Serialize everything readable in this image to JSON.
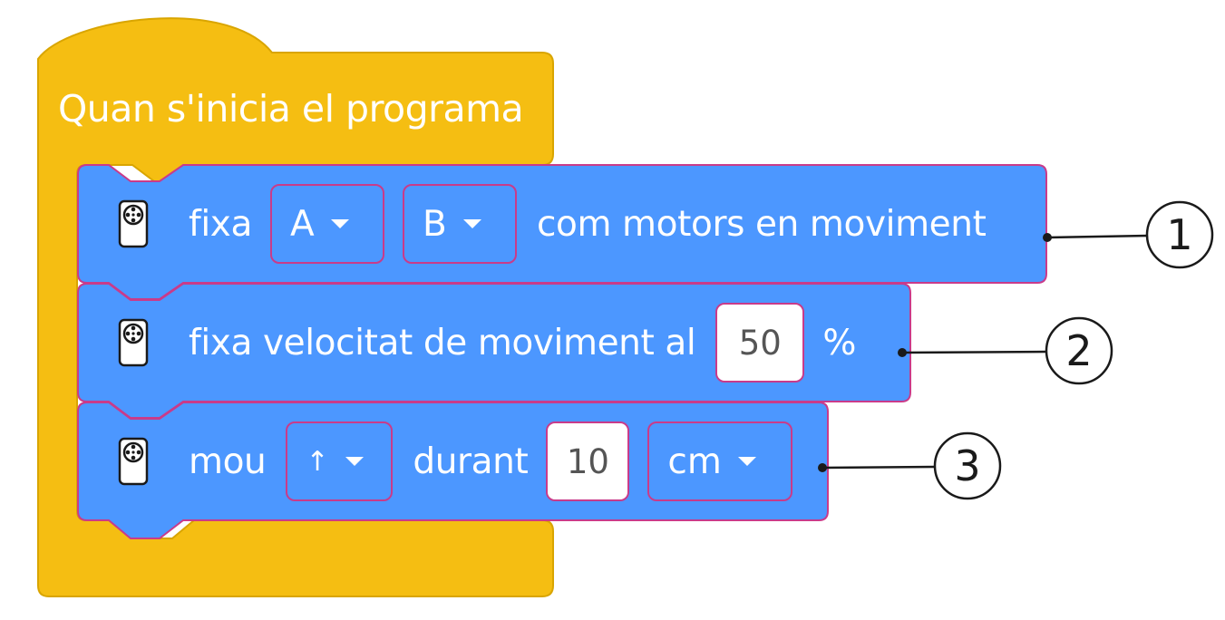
{
  "colors": {
    "event_block": "#f5be12",
    "event_outline": "#d9a500",
    "motion_block": "#4c97ff",
    "motion_outline": "#c93b8a",
    "callout_line": "#1a1a1a"
  },
  "hat_block": {
    "title": "Quan s'inicia el programa"
  },
  "blocks": [
    {
      "icon": "motor-icon",
      "label_start": "fixa",
      "dropdown_1": "A",
      "dropdown_2": "B",
      "label_end": "com motors en moviment",
      "callout": "1"
    },
    {
      "icon": "motor-icon",
      "label_start": "fixa velocitat de moviment al",
      "input_value": "50",
      "label_end": "%",
      "callout": "2"
    },
    {
      "icon": "motor-icon",
      "label_start": "mou",
      "direction": "↑",
      "label_mid": "durant",
      "input_value": "10",
      "unit": "cm",
      "callout": "3"
    }
  ]
}
